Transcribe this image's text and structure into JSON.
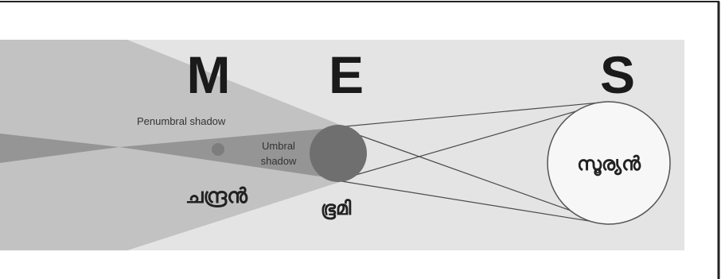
{
  "labels": {
    "moon_letter": "M",
    "earth_letter": "E",
    "sun_letter": "S",
    "penumbral": "Penumbral shadow",
    "umbral_line1": "Umbral",
    "umbral_line2": "shadow",
    "sun_name": "സൂര്യൻ",
    "earth_name": "ഭൂമി",
    "moon_name": "ചന്ദ്രൻ"
  },
  "colors": {
    "background_band": "#e4e4e4",
    "penumbra": "#c2c2c2",
    "umbra": "#959595",
    "earth": "#6f6f6f",
    "moon": "#7d7d7d",
    "sun_fill": "#f7f7f7",
    "lines": "#4a4a4a"
  }
}
